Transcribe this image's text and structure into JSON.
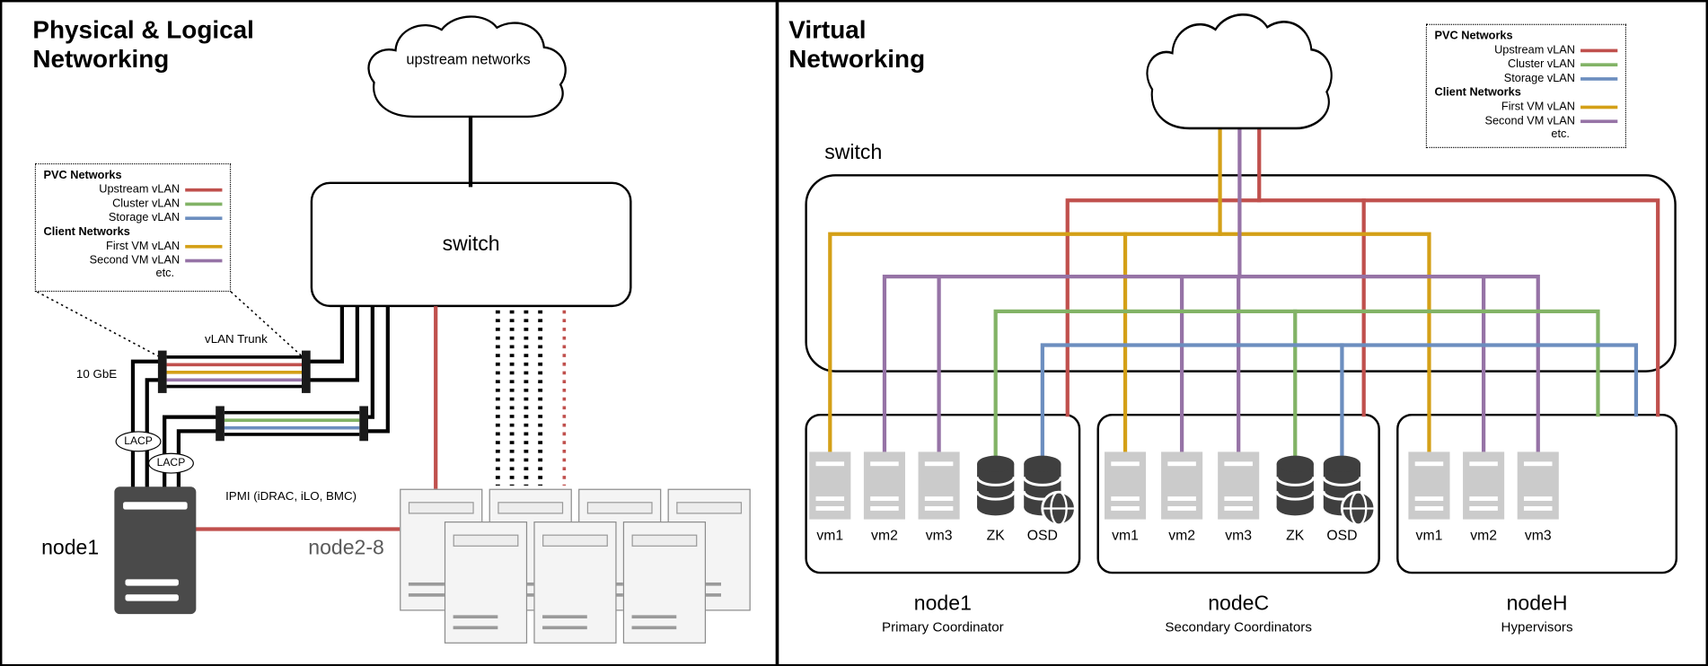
{
  "colors": {
    "upstream_red": "#c0504d",
    "cluster_green": "#82b366",
    "storage_blue": "#6c8ebf",
    "first_vm_orange": "#d4a017",
    "second_vm_purple": "#9673a6"
  },
  "legend": {
    "pvc_header": "PVC Networks",
    "client_header": "Client Networks",
    "etc_label": "etc.",
    "items": [
      {
        "label": "Upstream vLAN",
        "color": "upstream_red"
      },
      {
        "label": "Cluster vLAN",
        "color": "cluster_green"
      },
      {
        "label": "Storage vLAN",
        "color": "storage_blue"
      },
      {
        "label": "First VM vLAN",
        "color": "first_vm_orange"
      },
      {
        "label": "Second VM vLAN",
        "color": "second_vm_purple"
      }
    ]
  },
  "left": {
    "title_line1": "Physical & Logical",
    "title_line2": "Networking",
    "cloud_label": "upstream networks",
    "switch_label": "switch",
    "vlan_trunk_label": "vLAN Trunk",
    "speed_label": "10 GbE",
    "lacp_label": "LACP",
    "ipmi_label": "IPMI (iDRAC, iLO, BMC)",
    "node1_label": "node1",
    "node_group_label": "node2-8"
  },
  "right": {
    "title_line1": "Virtual",
    "title_line2": "Networking",
    "switch_label": "switch",
    "nodes": [
      {
        "name": "node1",
        "subtitle": "Primary Coordinator",
        "items": [
          "vm1",
          "vm2",
          "vm3",
          "ZK",
          "OSD"
        ]
      },
      {
        "name": "nodeC",
        "subtitle": "Secondary Coordinators",
        "items": [
          "vm1",
          "vm2",
          "vm3",
          "ZK",
          "OSD"
        ]
      },
      {
        "name": "nodeH",
        "subtitle": "Hypervisors",
        "items": [
          "vm1",
          "vm2",
          "vm3"
        ]
      }
    ]
  }
}
